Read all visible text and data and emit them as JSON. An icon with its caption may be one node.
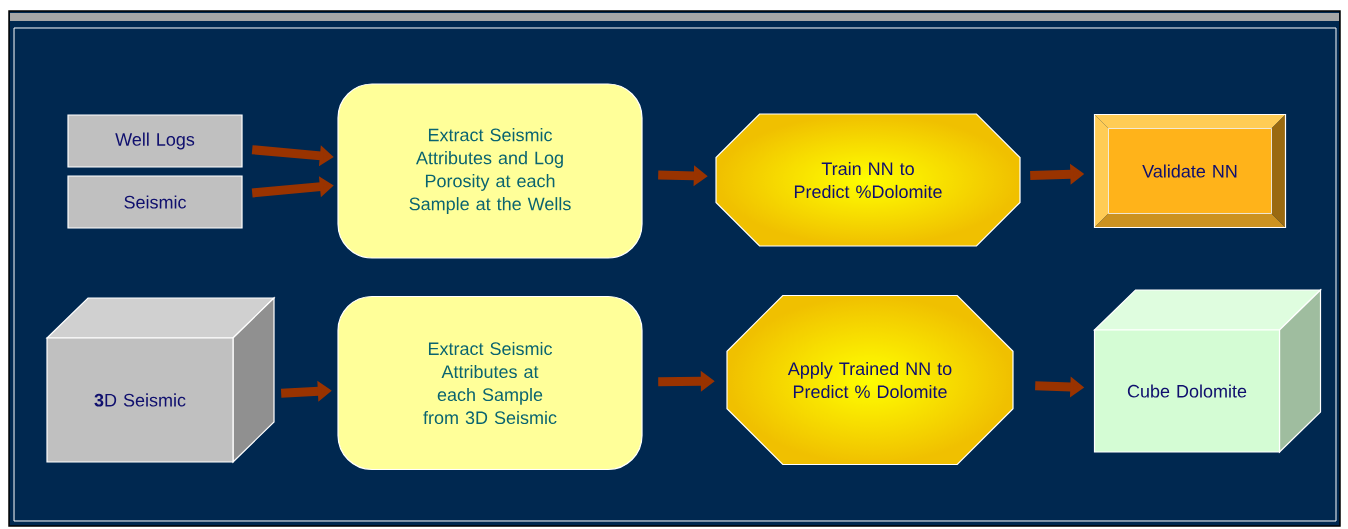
{
  "diagram": {
    "nodes": [
      {
        "text": [
          "Well Logs"
        ]
      },
      {
        "text": [
          "Seismic"
        ]
      },
      {
        "text": [
          "Extract Seismic Attributes and Log Porosity at each Sample at the Wells"
        ]
      },
      {
        "text": [
          "Train NN to Predict %Dolomite"
        ]
      },
      {
        "text": [
          "Validate NN"
        ]
      },
      {
        "text": [
          "**3**D Seismic"
        ]
      },
      {
        "text": [
          "Extract Seismic Attributes at each Sample from 3D Seismic"
        ]
      },
      {
        "text": [
          "Apply Trained NN to Predict % Dolomite"
        ]
      },
      {
        "text": [
          "Cube Dolomite"
        ]
      }
    ],
    "edges": [
      {
        "from": 0,
        "to": 2,
        "arrow": "to"
      },
      {
        "from": 1,
        "to": 2,
        "arrow": "to"
      },
      {
        "from": 2,
        "to": 3,
        "arrow": "to"
      },
      {
        "from": 3,
        "to": 4,
        "arrow": "to"
      },
      {
        "from": 5,
        "to": 6,
        "arrow": "to"
      },
      {
        "from": 6,
        "to": 7,
        "arrow": "to"
      },
      {
        "from": 7,
        "to": 8,
        "arrow": "to"
      }
    ]
  }
}
